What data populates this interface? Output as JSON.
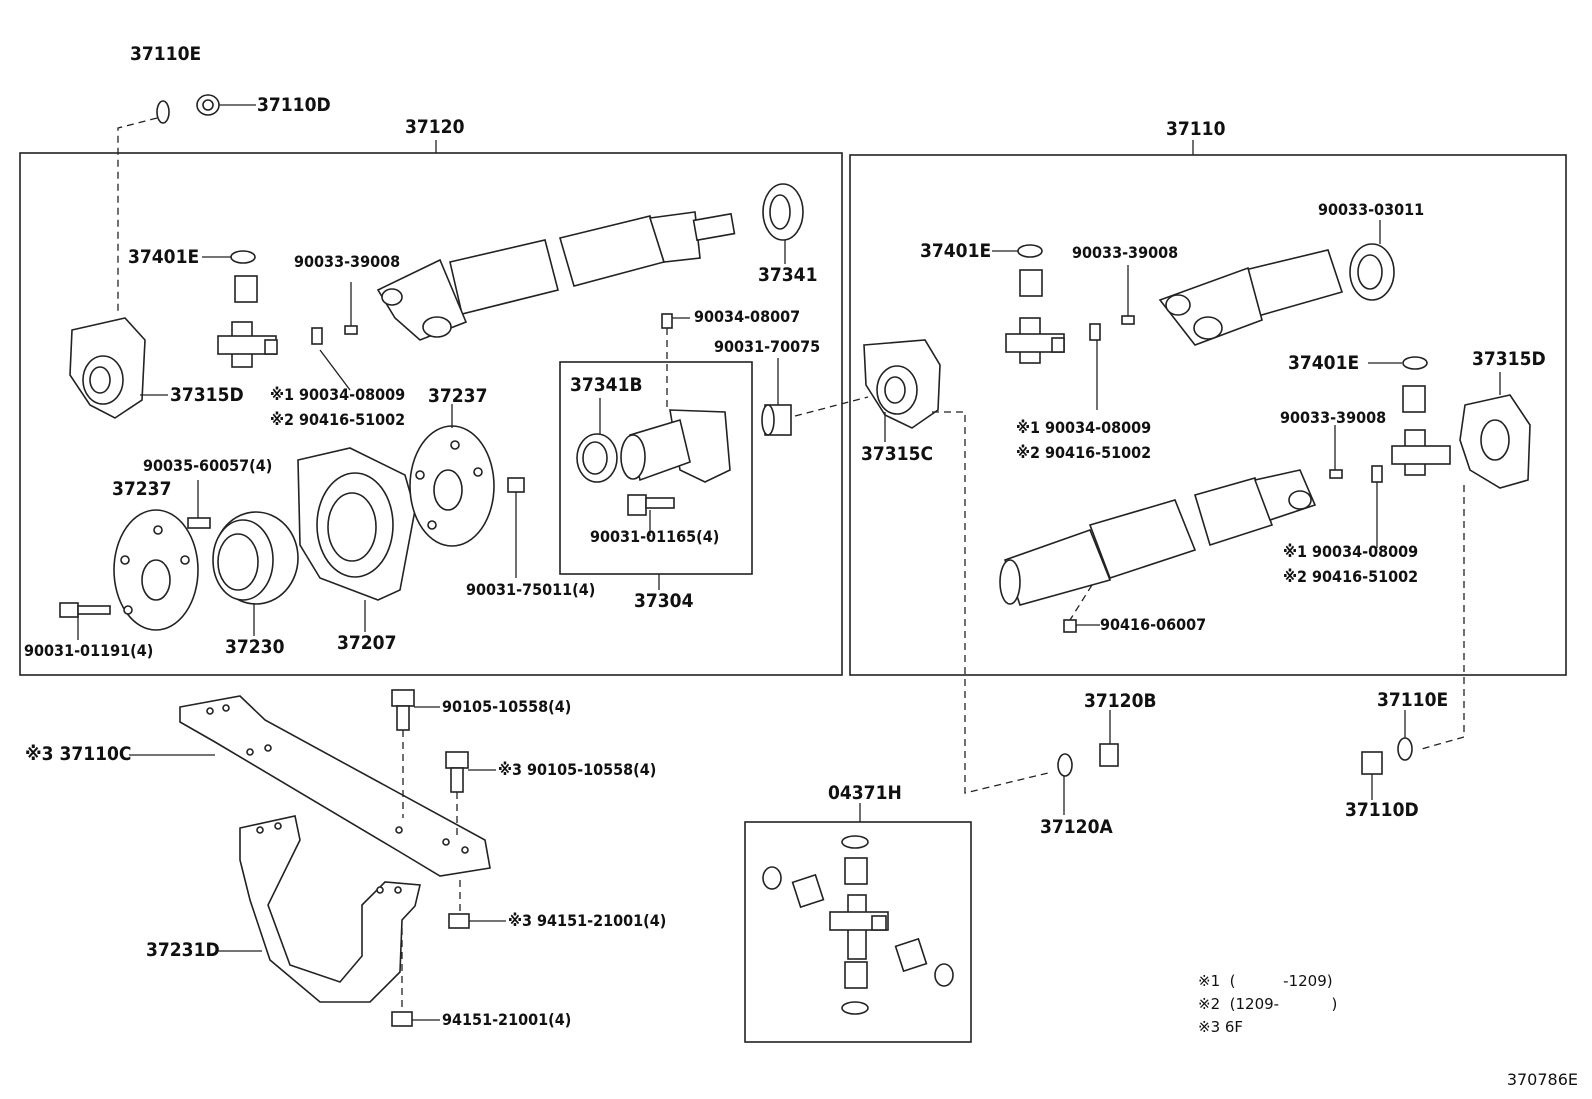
{
  "groups": {
    "front_shaft_box": "37120",
    "rear_shaft_box": "37110",
    "universal_joint_kit_box": "04371H",
    "flange_sub_box": "37304"
  },
  "labels": {
    "p_37110E_top": "37110E",
    "p_37110D_top": "37110D",
    "p_37401E_l": "37401E",
    "p_90033_39008_l": "90033-39008",
    "p_37341": "37341",
    "p_37315D_l": "37315D",
    "p_90034_08009_l": "※1 90034-08009",
    "p_90416_51002_l": "※2 90416-51002",
    "p_37237_r": "37237",
    "p_90035_60057": "90035-60057(4)",
    "p_37237_l": "37237",
    "p_90031_01191": "90031-01191(4)",
    "p_37230": "37230",
    "p_37207": "37207",
    "p_90031_75011": "90031-75011(4)",
    "p_37341B": "37341B",
    "p_90034_08007": "90034-08007",
    "p_90031_70075": "90031-70075",
    "p_90031_01165": "90031-01165(4)",
    "p_37315C": "37315C",
    "p_37401E_r1": "37401E",
    "p_90033_39008_r1": "90033-39008",
    "p_90033_03011": "90033-03011",
    "p_90034_08009_r1": "※1 90034-08009",
    "p_90416_51002_r1": "※2 90416-51002",
    "p_37401E_r2": "37401E",
    "p_37315D_r": "37315D",
    "p_90033_39008_r2": "90033-39008",
    "p_90034_08009_r2": "※1 90034-08009",
    "p_90416_51002_r2": "※2 90416-51002",
    "p_90416_06007": "90416-06007",
    "p_37110C": "※3 37110C",
    "p_90105_10558_a": "90105-10558(4)",
    "p_90105_10558_b": "※3 90105-10558(4)",
    "p_37231D": "37231D",
    "p_94151_21001_a": "※3  94151-21001(4)",
    "p_94151_21001_b": "94151-21001(4)",
    "p_37120B": "37120B",
    "p_37120A": "37120A",
    "p_37110E_r": "37110E",
    "p_37110D_r": "37110D"
  },
  "legend": {
    "n1": "※1  (          -1209)",
    "n2": "※2  (1209-           )",
    "n3": "※3 6F"
  },
  "figure_ref": "370786E"
}
